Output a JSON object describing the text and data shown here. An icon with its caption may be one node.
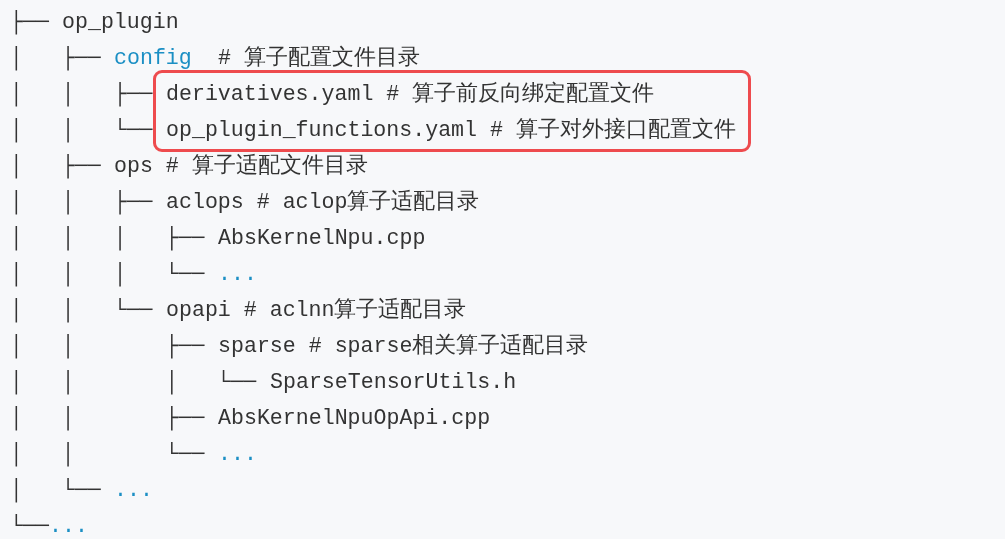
{
  "diagram": {
    "nodes": [
      {
        "text": [
          "derivatives.yaml # 算子前反向绑定配置文件",
          "op_plugin_functions.yaml # 算子对外接口配置文件"
        ]
      }
    ],
    "labels": [
      "├──",
      "op_plugin",
      "│   ├──",
      "config",
      "# 算子配置文件目录",
      "│   │   ├──",
      "│   │   └──",
      "│   ├──",
      "ops # 算子适配文件目录",
      "│   │   ├──",
      "aclops # aclop算子适配目录",
      "│   │   │   ├──",
      "AbsKernelNpu.cpp",
      "│   │   │   └──",
      "...",
      "│   │   └──",
      "opapi # aclnn算子适配目录",
      "│   │       ├──",
      "sparse # sparse相关算子适配目录",
      "│   │       │   └──",
      "SparseTensorUtils.h",
      "│   │       ├──",
      "AbsKernelNpuOpApi.cpp",
      "│   │       └──",
      "...",
      "│   └──",
      "...",
      "└──",
      "..."
    ]
  }
}
